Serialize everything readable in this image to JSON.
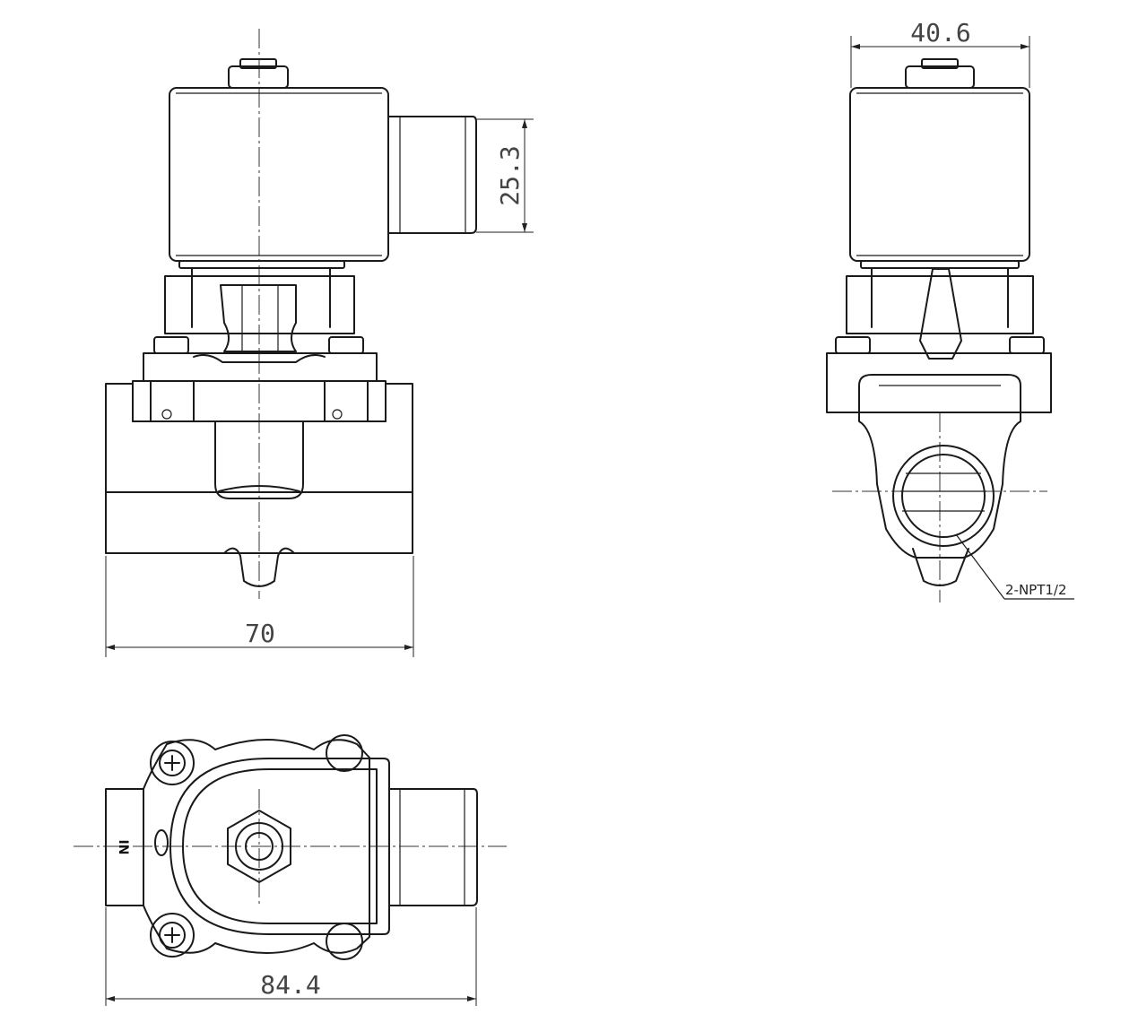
{
  "dimensions": {
    "front_coil_depth": "25.3",
    "front_body_length": "70",
    "side_coil_width": "40.6",
    "top_overall_length": "84.4"
  },
  "annotations": {
    "port_callout": "2-NPT1/2",
    "inlet_marker": "IN"
  }
}
